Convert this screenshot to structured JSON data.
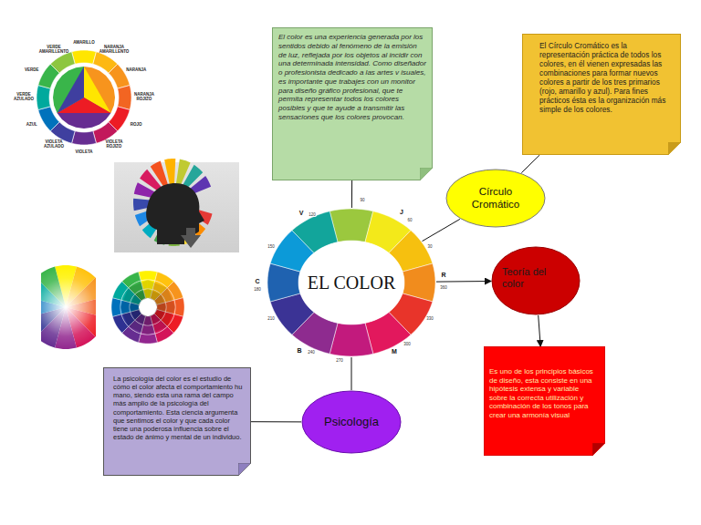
{
  "diagram": {
    "nodes": [
      {
        "text": [
          "El color es una experiencia generada por los sentidos debido al fenómeno de la emisión de luz, reflejada por los objetos al incidir con una determinada intensidad. Como diseñador o profesionista dedicado a las artes v isuales, es importante que trabajes con un monitor para diseño gráfico profesional, que te permita representar todos los colores posibles y que te ayude a transmitir las sensaciones que los colores provocan."
        ]
      },
      {
        "text": [
          "El Círculo Cromático es la representación práctica de todos los colores, en él vienen expresadas las combinaciones para formar nuevos colores a partir de los tres primarios (rojo, amarillo y azul). Para fines prácticos ésta es la organización más simple de los colores."
        ]
      },
      {
        "text": [
          "Círculo Cromático"
        ]
      },
      {
        "text": [
          "EL COLOR"
        ]
      },
      {
        "text": [
          "Teoría del color"
        ]
      },
      {
        "text": [
          "Es uno de los principios básicos de diseño, esta consiste en una hipótesis extensa y variable sobre la correcta utilización y combinación de los tonos para crear una armonía visual"
        ]
      },
      {
        "text": [
          "La psicología del color es el estudio de cómo el color afecta el comportamiento hu mano, siendo esta una rama del campo más amplio de la psicología del comportamiento. Esta ciencia argumenta que sentimos el color y que cada color tiene una poderosa influencia sobre el estado de ánimo y mental de un individuo."
        ]
      },
      {
        "text": [
          "Psicología"
        ]
      }
    ],
    "edges": [
      {
        "from": 3,
        "to": 0,
        "arrow": "none"
      },
      {
        "from": 3,
        "to": 2,
        "arrow": "none"
      },
      {
        "from": 2,
        "to": 1,
        "arrow": "none"
      },
      {
        "from": 3,
        "to": 4,
        "arrow": "to"
      },
      {
        "from": 4,
        "to": 5,
        "arrow": "to"
      },
      {
        "from": 3,
        "to": 7,
        "arrow": "none"
      },
      {
        "from": 7,
        "to": 6,
        "arrow": "none"
      }
    ],
    "labels": [
      "AMARILLO",
      "NARANJA AMARILLENTO",
      "NARANJA",
      "NARANJA ROJIZO",
      "ROJO",
      "VIOLETA ROJIZO",
      "VIOLETA",
      "VIOLETA AZULADO",
      "AZUL",
      "VERDE AZULADO",
      "VERDE",
      "VERDE AMARILLENTO",
      "V",
      "J",
      "R",
      "M",
      "B",
      "C",
      "90",
      "120",
      "60",
      "150",
      "30",
      "180",
      "360",
      "210",
      "330",
      "240",
      "300",
      "270"
    ]
  }
}
